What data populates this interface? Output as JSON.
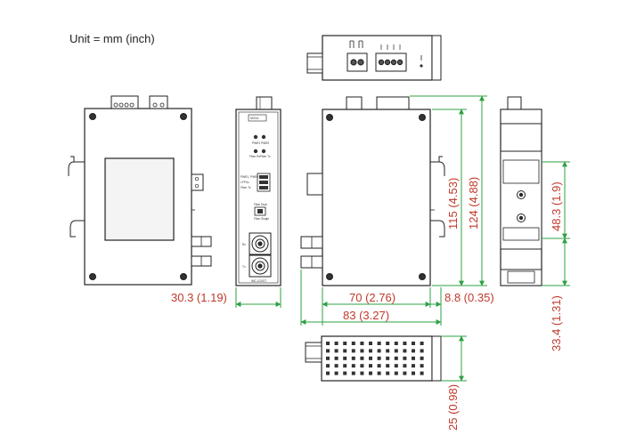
{
  "unit_label": "Unit = mm (inch)",
  "panel_labels": {
    "brand": "MOXA",
    "power_leds": [
      "PWR1",
      "PWR2"
    ],
    "link_leds": [
      "Fiber Rx",
      "Fiber Tx"
    ],
    "dip_switch": [
      "PWR1, PWR2",
      "LFP/LL",
      "Fiber Tx"
    ],
    "port_selector": [
      "Fiber Dual",
      "Fiber Single"
    ],
    "fiber_ports": [
      "Rx",
      "Tx"
    ],
    "model": "IMC-101/ST"
  },
  "dimensions": {
    "left_depth": "30.3 (1.19)",
    "width": "70 (2.76)",
    "overall_width": "83 (3.27)",
    "flange": "8.8 (0.35)",
    "height_body": "115 (4.53)",
    "height_total": "124 (4.88)",
    "rail_clip": "48.3 (1.9)",
    "rail_offset": "33.4 (1.31)",
    "bottom_depth": "25 (0.98)"
  },
  "colors": {
    "outline": "#222222",
    "dimension_line": "#2ea043",
    "dimension_text": "#c0392b",
    "window": "#f4f4f4"
  }
}
